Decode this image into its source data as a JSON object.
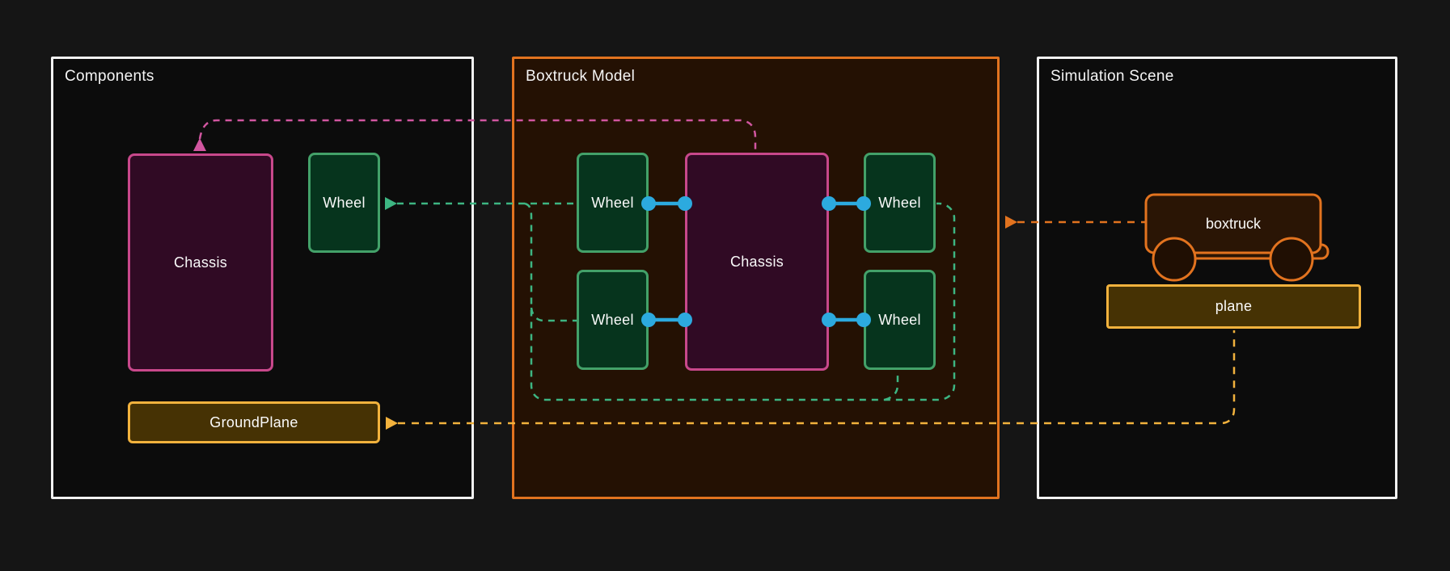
{
  "panels": {
    "components": {
      "title": "Components",
      "chassis": "Chassis",
      "wheel": "Wheel",
      "groundplane": "GroundPlane"
    },
    "model": {
      "title": "Boxtruck Model",
      "chassis": "Chassis",
      "wheels": [
        "Wheel",
        "Wheel",
        "Wheel",
        "Wheel"
      ]
    },
    "scene": {
      "title": "Simulation Scene",
      "boxtruck": "boxtruck",
      "plane": "plane"
    }
  },
  "colors": {
    "pink_border": "#c8488b",
    "pink_dash": "#d156a0",
    "maroon_fill": "#300a24",
    "green_border": "#43a169",
    "green_dash": "#3db582",
    "green_fill": "#06341d",
    "yellow": "#f2b23d",
    "yellow_fill": "#463204",
    "orange": "#e2731f",
    "model_panel_fill": "#241103",
    "blue": "#2caadf",
    "panel_fill": "#0c0c0c",
    "background": "#151515",
    "white_border": "#f2f2f2",
    "text": "#fafafa"
  }
}
